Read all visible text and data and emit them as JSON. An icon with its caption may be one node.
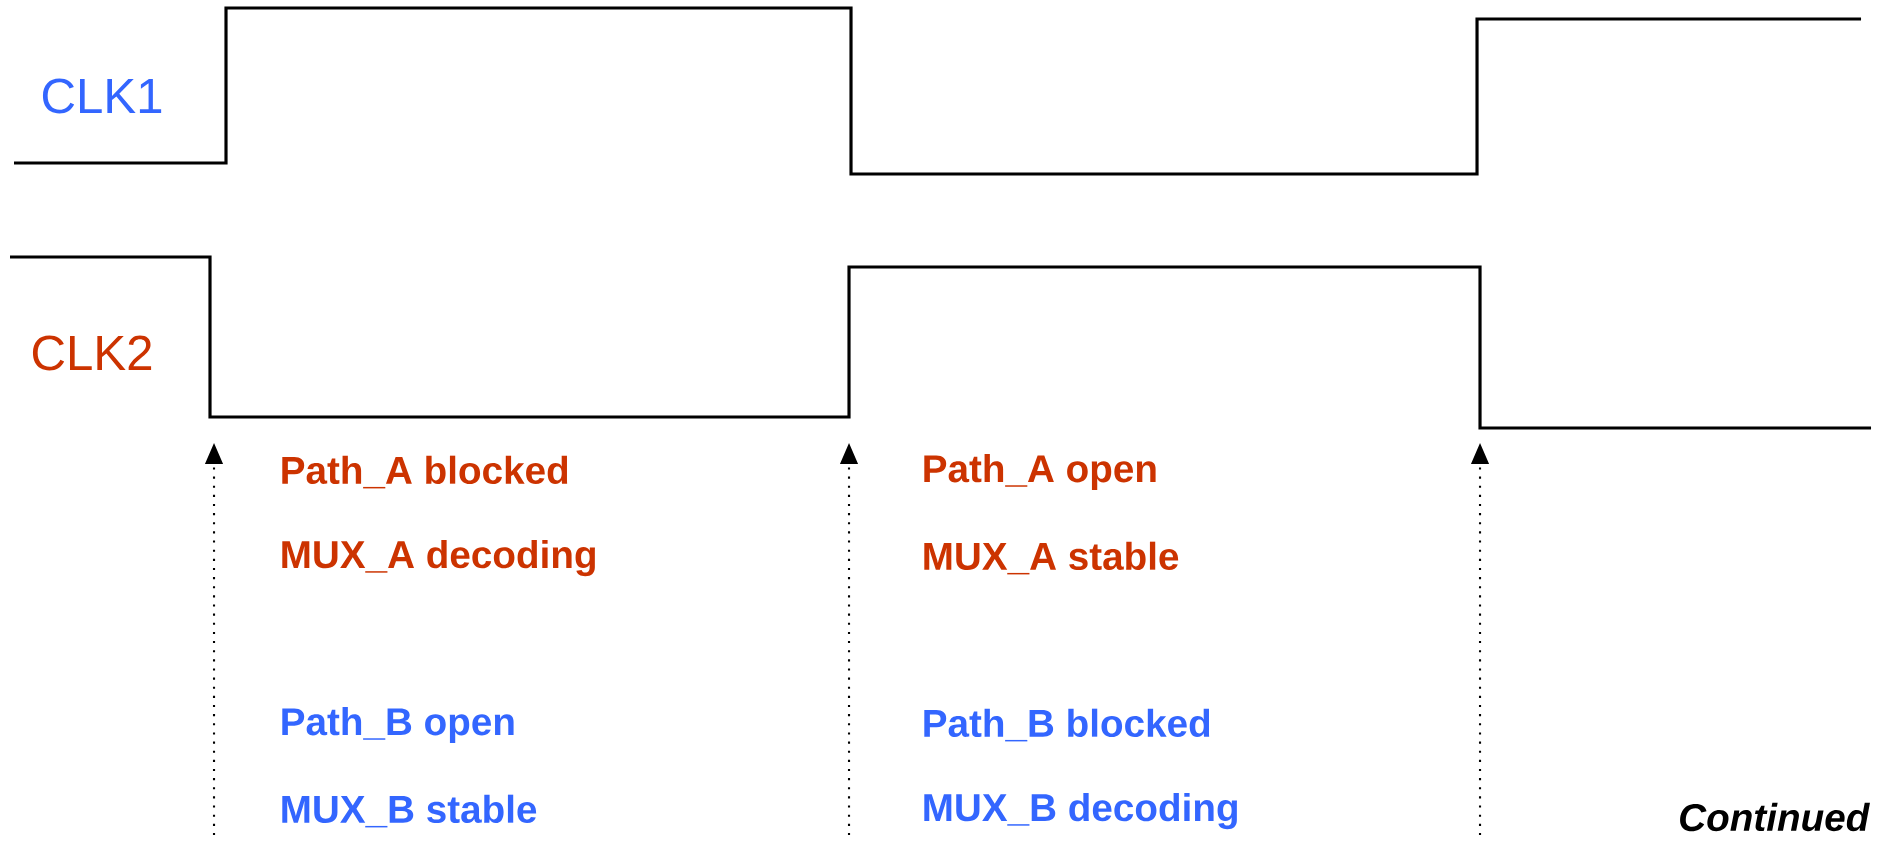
{
  "diagram": {
    "labels": [
      "CLK1",
      "CLK2",
      "Path_A blocked",
      "MUX_A decoding",
      "Path_A open",
      "MUX_A stable",
      "Path_B open",
      "MUX_B stable",
      "Path_B blocked",
      "MUX_B decoding",
      "Continued"
    ]
  }
}
